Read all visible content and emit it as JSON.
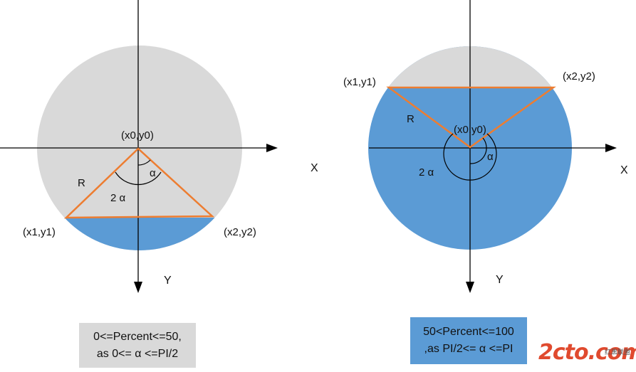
{
  "left": {
    "center_label": "(x0,y0)",
    "p1_label": "(x1,y1)",
    "p2_label": "(x2,y2)",
    "radius_label": "R",
    "angle_label": "α",
    "double_angle_label": "2 α",
    "y_axis_label": "Y",
    "condition_line1": "0<=Percent<=50,",
    "condition_line2": "as 0<= α <=PI/2"
  },
  "right": {
    "center_label": "(x0,y0)",
    "p1_label": "(x1,y1)",
    "p2_label": "(x2,y2)",
    "radius_label": "R",
    "angle_label": "α",
    "double_angle_label": "2 α",
    "x_axis_label_left": "X",
    "x_axis_label_right": "X",
    "y_axis_label": "Y",
    "condition_line1": "50<Percent<=100",
    "condition_line2": ",as PI/2<= α <=PI"
  },
  "watermark": {
    "main": "2cto.com",
    "sub": "红黑联盟"
  },
  "colors": {
    "fill": "#5b9bd5",
    "empty": "#d9d9d9",
    "chord": "#ed7d31",
    "axis": "#000000"
  }
}
